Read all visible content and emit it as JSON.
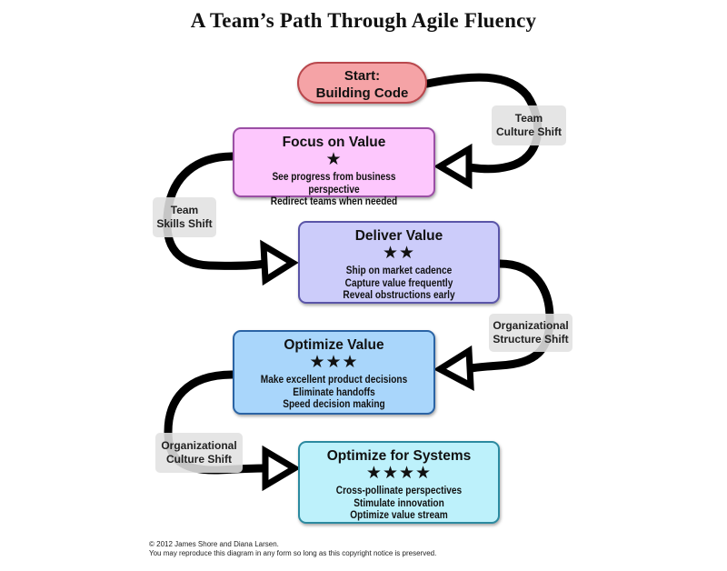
{
  "title": "A Team’s Path Through Agile Fluency",
  "start": {
    "line1": "Start:",
    "line2": "Building Code",
    "color": "#f5a3a6"
  },
  "zones": [
    {
      "name": "Focus on Value",
      "stars": "★",
      "star_count": 1,
      "benefits": [
        "See progress from business perspective",
        "Redirect teams when needed"
      ],
      "color": "#fdc7fd"
    },
    {
      "name": "Deliver Value",
      "stars": "★★",
      "star_count": 2,
      "benefits": [
        "Ship on market cadence",
        "Capture value frequently",
        "Reveal obstructions early"
      ],
      "color": "#ccccfa"
    },
    {
      "name": "Optimize Value",
      "stars": "★★★",
      "star_count": 3,
      "benefits": [
        "Make excellent product decisions",
        "Eliminate handoffs",
        "Speed decision making"
      ],
      "color": "#a9d6fb"
    },
    {
      "name": "Optimize for Systems",
      "stars": "★★★★",
      "star_count": 4,
      "benefits": [
        "Cross-pollinate perspectives",
        "Stimulate innovation",
        "Optimize value stream"
      ],
      "color": "#bdf1fb"
    }
  ],
  "shifts": [
    {
      "line1": "Team",
      "line2": "Culture Shift"
    },
    {
      "line1": "Team",
      "line2": "Skills Shift"
    },
    {
      "line1": "Organizational",
      "line2": "Structure Shift"
    },
    {
      "line1": "Organizational",
      "line2": "Culture Shift"
    }
  ],
  "copyright": {
    "line1": "© 2012 James Shore and Diana Larsen.",
    "line2": "You may reproduce this diagram in any form so long as this copyright notice is preserved."
  }
}
